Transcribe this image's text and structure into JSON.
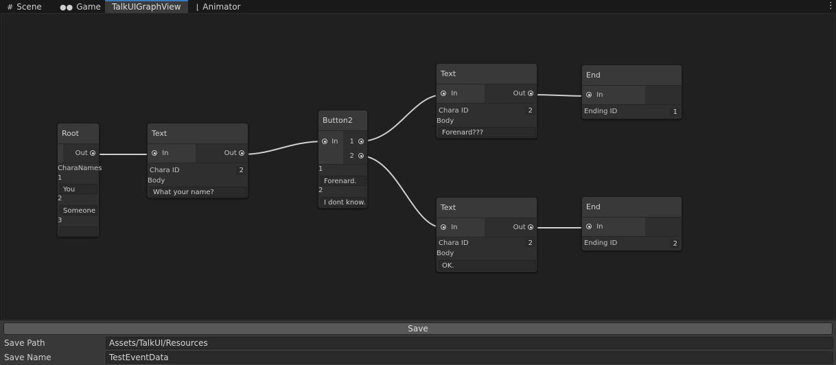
{
  "tabs": [
    {
      "label": "Scene",
      "icon": "grid-icon"
    },
    {
      "label": "Game",
      "icon": "gamepad-icon"
    },
    {
      "label": "TalkUIGraphView",
      "icon": ""
    },
    {
      "label": "Animator",
      "icon": "animator-icon"
    }
  ],
  "active_tab": "TalkUIGraphView",
  "nodes": {
    "root": {
      "title": "Root",
      "out_label": "Out",
      "field_label": "CharaNames",
      "items": [
        {
          "index": "1",
          "value": "You"
        },
        {
          "index": "2",
          "value": "Someone"
        },
        {
          "index": "3",
          "value": ""
        }
      ]
    },
    "text1": {
      "title": "Text",
      "in_label": "In",
      "out_label": "Out",
      "chara_label": "Chara ID",
      "chara_value": "2",
      "body_label": "Body",
      "body_value": "What your name?"
    },
    "button2": {
      "title": "Button2",
      "in_label": "In",
      "out1_label": "1",
      "out2_label": "2",
      "options": [
        {
          "index": "1",
          "value": "Forenard."
        },
        {
          "index": "2",
          "value": "I dont know."
        }
      ]
    },
    "text2": {
      "title": "Text",
      "in_label": "In",
      "out_label": "Out",
      "chara_label": "Chara ID",
      "chara_value": "2",
      "body_label": "Body",
      "body_value": "Forenard???"
    },
    "text3": {
      "title": "Text",
      "in_label": "In",
      "out_label": "Out",
      "chara_label": "Chara ID",
      "chara_value": "2",
      "body_label": "Body",
      "body_value": "OK."
    },
    "end1": {
      "title": "End",
      "in_label": "In",
      "ending_label": "Ending ID",
      "ending_value": "1"
    },
    "end2": {
      "title": "End",
      "in_label": "In",
      "ending_label": "Ending ID",
      "ending_value": "2"
    }
  },
  "bottom": {
    "save_label": "Save",
    "save_path_label": "Save Path",
    "save_path_value": "Assets/TalkUI/Resources",
    "save_name_label": "Save Name",
    "save_name_value": "TestEventData"
  },
  "colors": {
    "background": "#202020",
    "node": "#2f2f2f",
    "node_header": "#393939",
    "wire": "#d0d0d0",
    "active_tab_accent": "#3a79bb"
  }
}
